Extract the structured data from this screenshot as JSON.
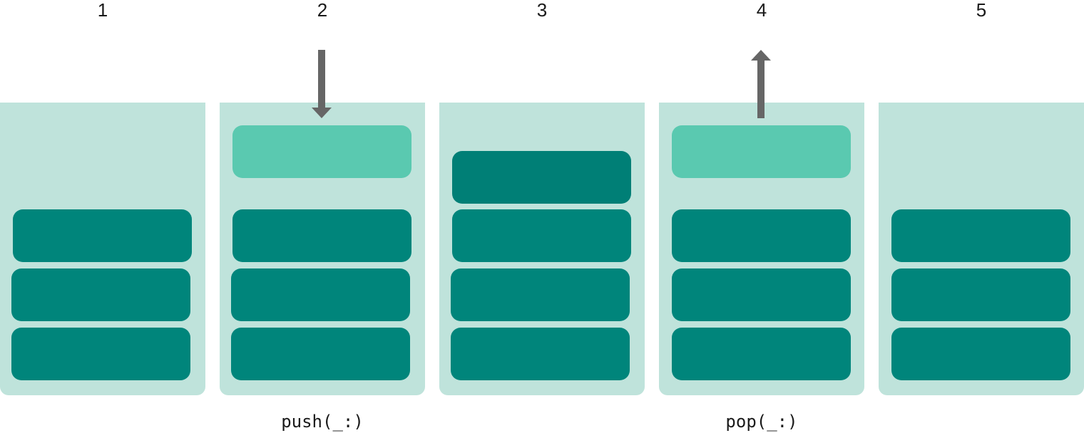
{
  "colors": {
    "container": "#bfe3db",
    "item": "#00857b",
    "item_new": "#5ac9b0",
    "item_pushed": "#007f76",
    "arrow": "#666666"
  },
  "steps": [
    {
      "number": "1",
      "items": [
        "item",
        "item",
        "item"
      ],
      "operation": ""
    },
    {
      "number": "2",
      "items": [
        "item_new",
        "item",
        "item",
        "item"
      ],
      "operation": "push(_:)",
      "arrow": "down-arrow"
    },
    {
      "number": "3",
      "items": [
        "item_pushed",
        "item",
        "item",
        "item"
      ],
      "operation": ""
    },
    {
      "number": "4",
      "items": [
        "item_new",
        "item",
        "item",
        "item"
      ],
      "operation": "pop(_:)",
      "arrow": "up-arrow"
    },
    {
      "number": "5",
      "items": [
        "item",
        "item",
        "item"
      ],
      "operation": ""
    }
  ]
}
